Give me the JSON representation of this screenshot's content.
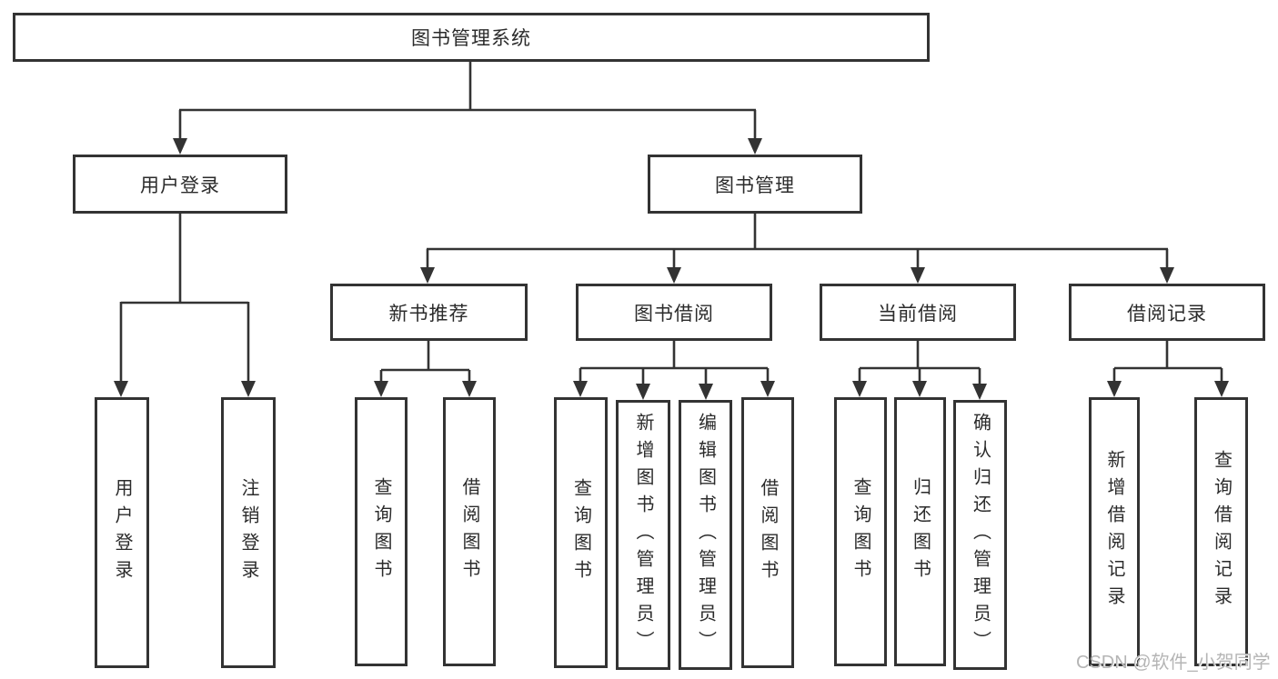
{
  "colors": {
    "line": "#333333",
    "box_border": "#333333",
    "text": "#2b2b2b",
    "watermark": "#b5b5b5",
    "background": "#ffffff"
  },
  "tree": {
    "root": "图书管理系统",
    "branches": [
      {
        "label": "用户登录",
        "children": [
          {
            "label": "用户登录"
          },
          {
            "label": "注销登录"
          }
        ]
      },
      {
        "label": "图书管理",
        "children": [
          {
            "label": "新书推荐",
            "children": [
              {
                "label": "查询图书"
              },
              {
                "label": "借阅图书"
              }
            ]
          },
          {
            "label": "图书借阅",
            "children": [
              {
                "label": "查询图书"
              },
              {
                "label": "新增图书（管理员）"
              },
              {
                "label": "编辑图书（管理员）"
              },
              {
                "label": "借阅图书"
              }
            ]
          },
          {
            "label": "当前借阅",
            "children": [
              {
                "label": "查询图书"
              },
              {
                "label": "归还图书"
              },
              {
                "label": "确认归还（管理员）"
              }
            ]
          },
          {
            "label": "借阅记录",
            "children": [
              {
                "label": "新增借阅记录"
              },
              {
                "label": "查询借阅记录"
              }
            ]
          }
        ]
      }
    ]
  },
  "watermark": {
    "text": "CSDN @软件_小贺同学"
  }
}
